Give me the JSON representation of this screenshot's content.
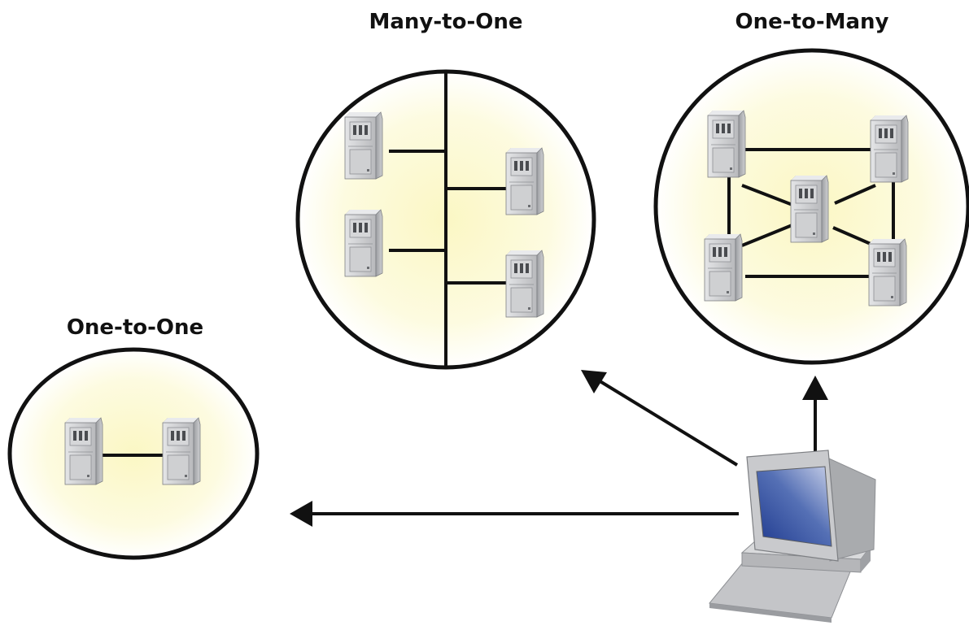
{
  "diagram": {
    "groups": [
      {
        "id": "many-to-one",
        "title": "Many-to-One"
      },
      {
        "id": "one-to-many",
        "title": "One-to-Many"
      },
      {
        "id": "one-to-one",
        "title": "One-to-One"
      }
    ],
    "icons": {
      "server": "server-tower-icon",
      "computer": "desktop-computer-icon"
    },
    "colors": {
      "circle_fill_center": "#fdfbd0",
      "circle_fill_edge": "#ffffff",
      "stroke": "#111111",
      "server_body": "#c9cacc",
      "screen": "#3b56a6"
    }
  }
}
